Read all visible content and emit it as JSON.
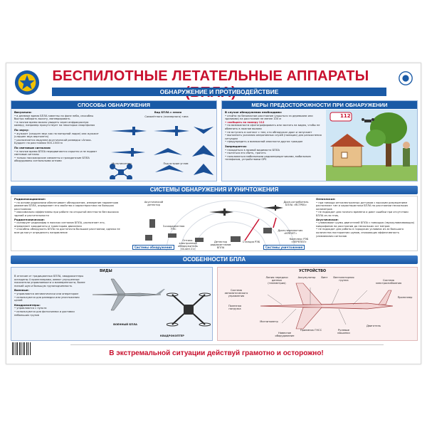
{
  "header": {
    "title": "БЕСПИЛОТНЫЕ ЛЕТАТЕЛЬНЫЕ АППАРАТЫ (БПЛА)",
    "subtitle": "ОБНАРУЖЕНИЕ И ПРОТИВОДЕЙСТВИЕ"
  },
  "detection": {
    "heading": "СПОСОБЫ ОБНАРУЖЕНИЯ",
    "visual_head": "Визуально:",
    "visual_1": "• в дневное время БПЛА заметны на фоне неба, способны быстро набирать высоту, маневрировать",
    "visual_2": "• в ночное время можно увидеть через инфракрасную камеру, например присутствует на некоторых смартфонах",
    "sound_head": "По звуку:",
    "sound_1": "• жужжит (слышен звук как на моторной лодке) или жужжит (слышен звук вертолета)",
    "sound_2": "• распознается модулем акустической разведки «Атака-Бурдон» на расстоянии 500–1500 м",
    "signal_head": "По световым сигналам:",
    "signal_1": "• в ночное время БПЛА передвигаются скрытно и не подают световые сигналы",
    "signal_2": "• только пассажирские самолеты и гражданские БПЛА оборудованы сигнальными огнями",
    "view_label": "Вид БПЛА с земли",
    "plane_label": "Самолётного (планерного) типа",
    "angle_label": "Под острым углом",
    "multi_label": "Мультикоптер"
  },
  "precautions": {
    "heading": "МЕРЫ ПРЕДОСТОРОЖНОСТИ ПРИ ОБНАРУЖЕНИИ",
    "head": "В случае обнаружения необходимо:",
    "p1": "• отойти на безопасное расстояние (укрыться за деревьями или зданиями) на расстояние не менее 100 м",
    "p2": "• сообщить по номеру 112",
    "p3": "• по возможности сфотографировать или заснять на видео, чтобы не обменить в ложное вызова",
    "p4": "• не вступать в контакт с тем, кто обнаружил дрон и запускает",
    "p5": "• выполнить указания оперативных служб (полиции) для разъяснения ситуации",
    "p6": "• предупредить о возможной опасности других граждан",
    "forbidden_head": "Запрещается:",
    "f1": "• находиться в прямой видимости БПЛА",
    "f2": "• пытаться его сбить, трогать",
    "f3": "• пользоваться мобильными радиопередатчиками, мобильным телефоном, устройствами GPS",
    "phone": "112"
  },
  "systems": {
    "heading": "СИСТЕМЫ ОБНАРУЖЕНИЯ И УНИЧТОЖЕНИЯ",
    "radio_head": "Радиолокационное:",
    "radio_1": "• на основе радиосвязи обеспечивает обнаружение, измерение параметров движения БПЛА, определяет его свойства и характеристики на больших расстояниях",
    "radio_2": "• максимально эффективны при работе на открытой местности без высоких зданий и растительности",
    "rtr_head": "Радиотехническое:",
    "rtr_1": "• сканирует радиоэфир в поисках сигналов БПЛА, распознает его, определяет координаты и траекторию движения",
    "rtr_2": "• способны обнаружить БПЛА на достаточно большом расстоянии, однако не всегда могут определить направление",
    "optic_head": "Оптическое:",
    "optic_1": "• при помощи оптоэлектронных датчиков с высоким разрешением распознают тип и характеристики БПЛА на расстоянии нескольких километров",
    "optic_2": "• не подходят для ночного времени и дают ошибки при отсутствии БПЛА из-за птиц",
    "acoustic_head": "Акустическое:",
    "acoustic_1": "• улавливают шумы двигателей БПЛА с помощью (звукоулавливающих) микрофонов на расстоянии до нескольких сот метров",
    "acoustic_2": "• не подходят для работы в городских условиях из-за большого количества посторонних шумов, снижающих эффективность улавливания сигналов",
    "det_label": "Системы обнаружения",
    "kill_label": "Системы уничтожения",
    "labels": [
      "Акустический детектор",
      "3-координатная РЛС",
      "Оптико-электронный обнаружитель «Guard 21»",
      "Детектор радиосигналов БПЛА",
      "Станция РЭБ",
      "Дрон-истребитель БПЛА «ЯСТРЕБ»",
      "Дрон-перехватчик «КРЕЧЕТ»",
      "Комплекс РЭБ «ПЕРЕПЕЛ»"
    ]
  },
  "features": {
    "heading": "ОСОБЕННОСТИ БПЛА",
    "intro": "В отличие от традиционных БПЛА, квадрокоптеры оснащены 4 пропеллерами, имеют улучшенные показатели управляемости и маневренности, более низкий шум и большую грузоподъемность",
    "military_head": "Военные:",
    "m1": "• управляются автоматически или оператором",
    "m2": "• используются для разведки или уничтожения целей",
    "civil_head": "Квадрокоптеры:",
    "c1": "• управляются с пульта",
    "c2": "• используются для фотосъемки и доставки небольших грузов",
    "types_head": "ВИДЫ",
    "military_label": "ВОЕННЫЙ БПЛА",
    "quad_label": "КВАДРОКОПТЕР",
    "device_head": "УСТРОЙСТВО",
    "parts": [
      "Линия передачи данных (телеметрия)",
      "Аккумулятор",
      "Винт",
      "Вентиляторная группа",
      "Система электроснабжения",
      "Система автоматического управления",
      "Полезная нагрузка",
      "Магнитометр",
      "Приемник ГНСС",
      "Рулевые машинки",
      "Навесное оборудование",
      "Пропеллер",
      "Двигатель"
    ]
  },
  "footer": {
    "slogan": "В экстремальной ситуации действуй грамотно и осторожно!"
  }
}
